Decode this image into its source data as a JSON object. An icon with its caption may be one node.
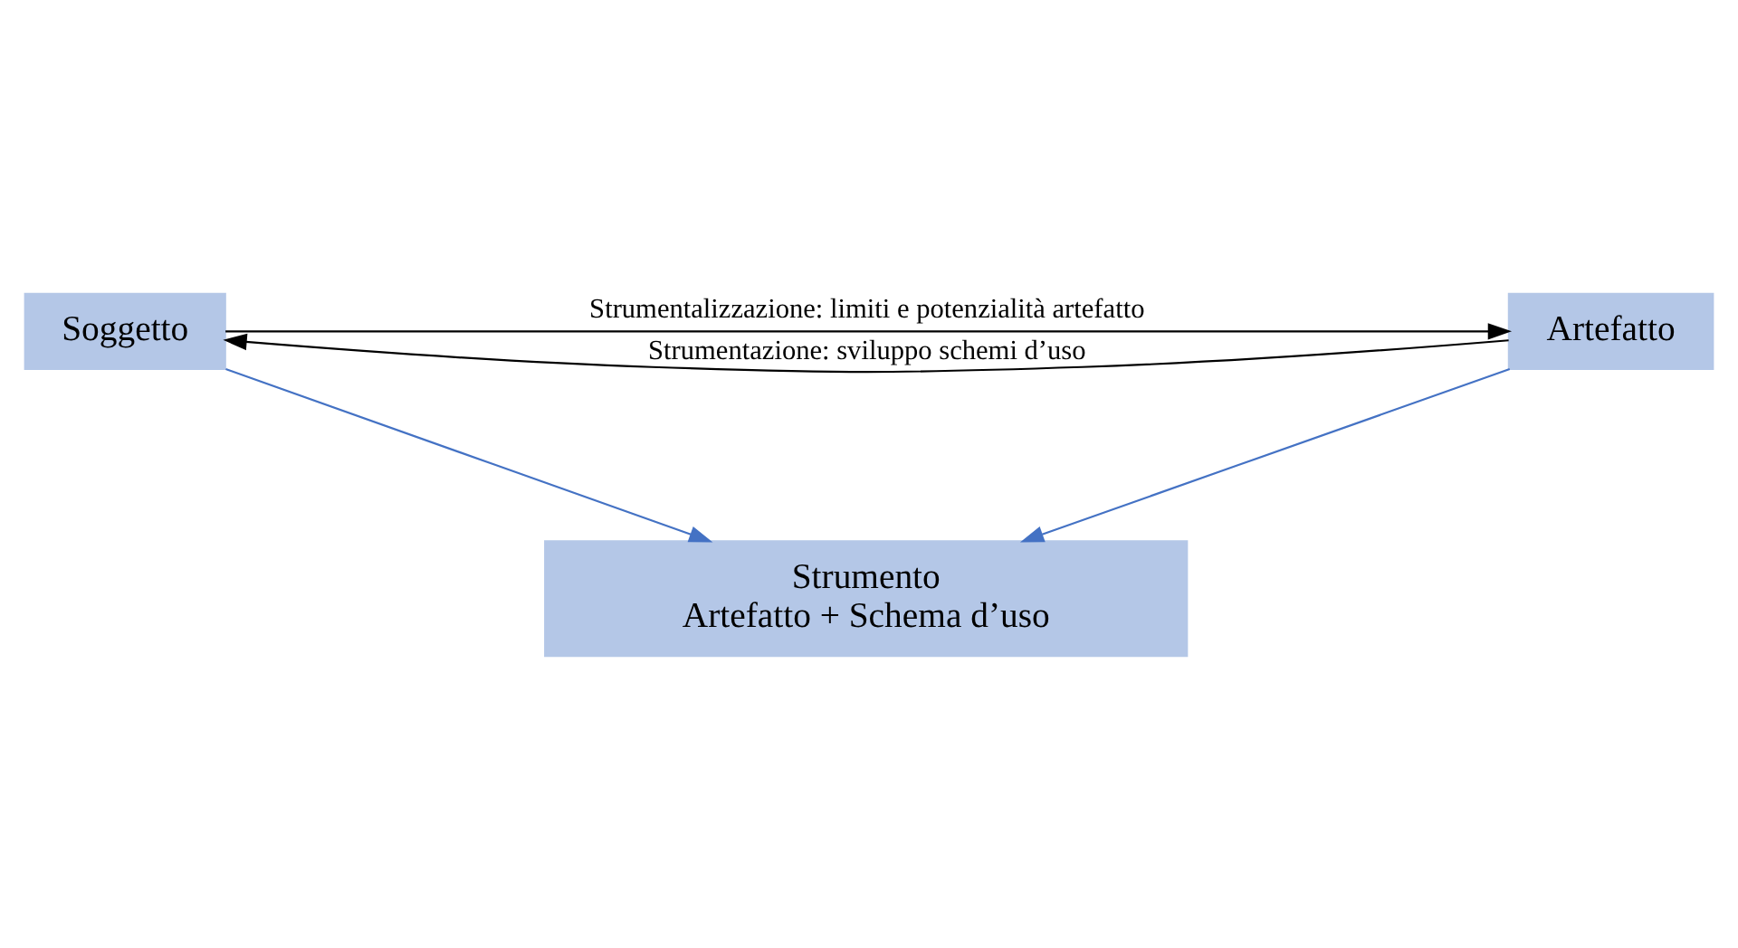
{
  "diagram": {
    "nodes": [
      {
        "text": [
          "Soggetto"
        ]
      },
      {
        "text": [
          "Artefatto"
        ]
      },
      {
        "text": [
          "Strumento",
          "Artefatto + Schema d’uso"
        ]
      }
    ],
    "edges": [
      {
        "from": 0,
        "to": 1,
        "arrow": "to",
        "label": "Strumentalizzazione: limiti e potenzialità artefatto",
        "color": "#000000"
      },
      {
        "from": 1,
        "to": 0,
        "arrow": "to",
        "label": "Strumentazione: sviluppo schemi d’uso",
        "color": "#000000"
      },
      {
        "from": 0,
        "to": 2,
        "arrow": "to",
        "color": "#4472c4"
      },
      {
        "from": 1,
        "to": 2,
        "arrow": "to",
        "color": "#4472c4"
      }
    ]
  }
}
